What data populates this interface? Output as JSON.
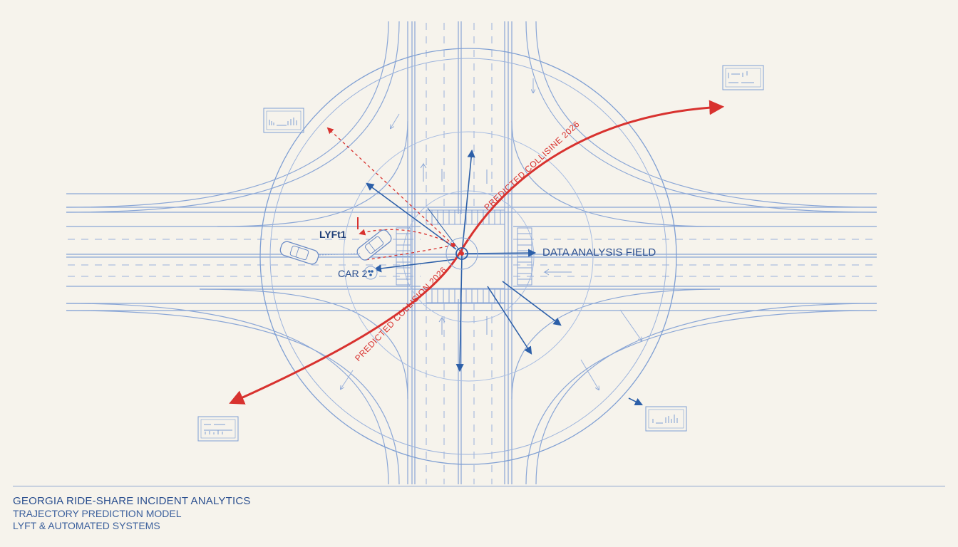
{
  "labels": {
    "vehicle_1": "LYFt1",
    "vehicle_2": "CAR 2",
    "field": "DATA ANALYSIS FIELD",
    "predicted_upper": "PREDICTED COLLISINE 2026",
    "predicted_lower": "PREDICTED COLLISION 2026"
  },
  "footer": {
    "title": "GEORGIA RIDE-SHARE INCIDENT ANALYTICS",
    "subtitle": "TRAJECTORY PREDICTION MODEL",
    "systems": "LYFT & AUTOMATED SYSTEMS"
  },
  "colors": {
    "background": "#f6f3ec",
    "blueprint_line": "#7f9fd3",
    "blue_arrow": "#2c5fa8",
    "red_path": "#d8322f"
  }
}
